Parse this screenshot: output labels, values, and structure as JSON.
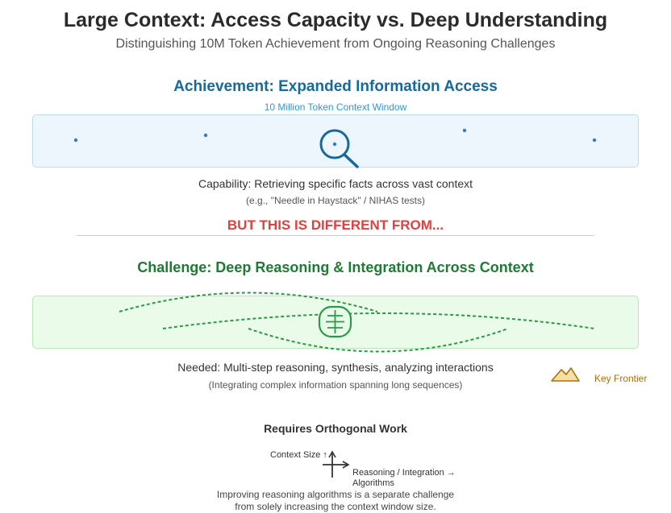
{
  "title": "Large Context: Access Capacity vs. Deep Understanding",
  "subtitle": "Distinguishing 10M Token Achievement from Ongoing Reasoning Challenges",
  "achievement": {
    "heading": "Achievement: Expanded Information Access",
    "subheading": "10 Million Token Context Window",
    "capability": "Capability: Retrieving specific facts across vast context",
    "example": "(e.g., \"Needle in Haystack\" / NIHAS tests)",
    "icon": "magnifier-icon",
    "color": "#16699c"
  },
  "contrast_text": "BUT THIS IS DIFFERENT FROM...",
  "challenge": {
    "heading": "Challenge: Deep Reasoning & Integration Across Context",
    "needed": "Needed: Multi-step reasoning, synthesis, analyzing interactions",
    "example": "(Integrating complex information spanning long sequences)",
    "icon": "brain-icon",
    "color": "#1f7a34"
  },
  "key_frontier": {
    "label": "Key Frontier",
    "icon": "mountain-icon",
    "color": "#a9700b"
  },
  "orthogonal": {
    "title": "Requires Orthogonal Work",
    "y_axis_label": "Context Size ↑",
    "x_axis_label": "Reasoning / Integration → Algorithms",
    "note_line1": "Improving reasoning algorithms is a separate challenge",
    "note_line2": "from solely increasing the context window size."
  }
}
